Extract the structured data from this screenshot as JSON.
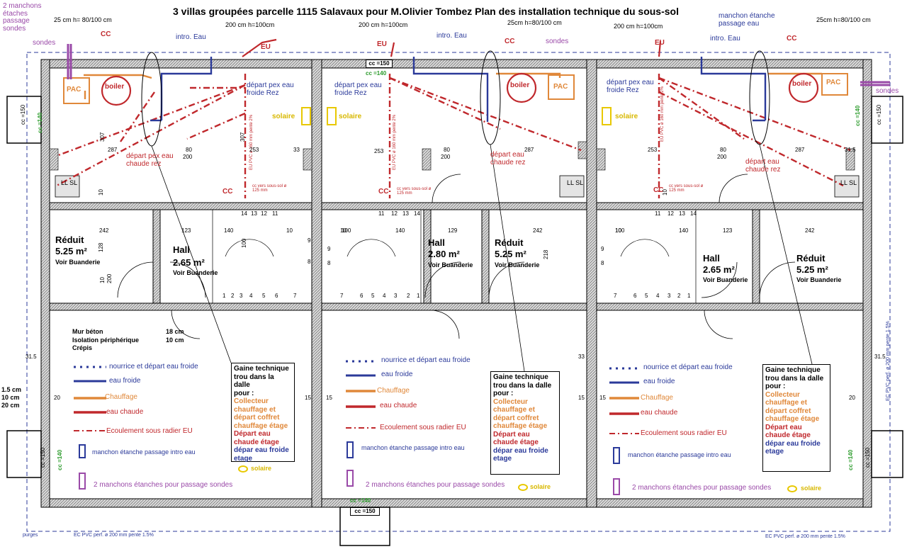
{
  "title": "3 villas groupées parcelle 1115 Salavaux pour M.Olivier Tombez  Plan des installation technique du sous-sol",
  "top_notes": {
    "manchons": "2 manchons étaches passage sondes",
    "sondes": "sondes",
    "dim_left": "25 cm  h= 80/100 cm",
    "dim_mid_right": "25cm h=80/100 cm",
    "dim_far_right": "25cm h=80/100 cm",
    "manchon_etanche": "manchon étanche passage eau",
    "dim_200_a": "200 cm  h=100cm",
    "dim_200_b": "200 cm  h=100cm",
    "dim_200_c": "200 cm  h=100cm",
    "intro_eau": "intro. Eau",
    "cc": "CC",
    "eu": "EU",
    "pac": "PAC",
    "boiler": "boiler",
    "solaire": "solaire",
    "depart_pex_froide": "départ pex eau froide Rez",
    "depart_pex_chaude": "départ pex eau chaude rez",
    "depart_eau_chaude": "départ eau chaude rez",
    "cc_vers": "cc vers sous-sol ø 125 mm",
    "eu_pvc": "EU PVC ø 160 mm pente 2%",
    "ll_sl": "LL SL",
    "sondes_right": "sondes"
  },
  "cc_labels": {
    "cc150_top": "cc =150",
    "cc140_top": "cc =140",
    "cc140_bot": "cc =140",
    "cc150_bot": "cc =150",
    "cc150_side": "cc =150",
    "cc140_side": "cc =140"
  },
  "dims": {
    "d287": "287",
    "d80": "80",
    "d200": "200",
    "d253": "253",
    "d33": "33",
    "d315": "31.5",
    "d242": "242",
    "d123": "123",
    "d140": "140",
    "d100": "100",
    "d129": "129",
    "d128": "128",
    "d10": "10",
    "d218": "218",
    "d20": "20",
    "d15": "15",
    "d307": "307"
  },
  "stairs": {
    "left": [
      "14",
      "13",
      "12",
      "11",
      "10",
      "9",
      "8",
      "7",
      "6",
      "5",
      "4",
      "3",
      "2",
      "1"
    ],
    "mid": [
      "1",
      "2",
      "3",
      "4",
      "5",
      "6",
      "7",
      "8",
      "9",
      "10",
      "11",
      "12",
      "13",
      "14"
    ],
    "right": [
      "14",
      "13",
      "12",
      "11",
      "10",
      "9",
      "8",
      "7",
      "6",
      "5",
      "4",
      "3",
      "2",
      "1"
    ]
  },
  "rooms": {
    "reduit": "Réduit",
    "reduit_area_a": "5.25 m²",
    "reduit_area_b": "5.25 m²",
    "reduit_area_c": "5.25 m²",
    "hall": "Hall",
    "hall_area_a": "2.65 m²",
    "hall_area_b": "2.80 m²",
    "hall_area_c": "2.65 m²",
    "voir": "Voir Buanderie"
  },
  "wall_notes": {
    "mur_beton": "Mur béton",
    "mur_beton_v": "18 cm",
    "isolation": "Isolation périphérique",
    "isolation_v": "10 cm",
    "crepis": "Crépis",
    "left_15": "1.5 cm",
    "left_10": "10 cm",
    "left_20": "20 cm"
  },
  "legend": {
    "nourrice": "nourrice et départ eau froide",
    "eau_froide": "eau froide",
    "chauffage": "Chauffage",
    "eau_chaude": "eau chaude",
    "ecoulement": "Ecoulement sous radier EU",
    "manchon_intro": "manchon étanche passage intro eau",
    "manchons_sondes": "2 manchons étanches pour passage sondes",
    "solaire": "solaire"
  },
  "gaine": {
    "l1": "Gaine technique",
    "l2": "trou dans la dalle",
    "l3": "pour :",
    "o1": "Collecteur",
    "o2": "chauffage et",
    "o3": "départ coffret",
    "o4": "chauffage étage",
    "r1": "Départ eau",
    "r2": "chaude étage",
    "b1": "dépar eau froide",
    "b2": "etage"
  },
  "bottom": {
    "ec_left": "EC PVC perf. ø 200 mm pente 1.5%",
    "ec_right": "EC PVC perf. ø 200 mm pente 1.5%",
    "ec_side": "EC PVC perf. ø 200 mm pente 1.5%",
    "purges": "purges"
  },
  "colors": {
    "blue": "#2b3a9a",
    "red": "#c0282c",
    "orange": "#e0883a",
    "violet": "#9a4aa8",
    "green": "#2a9a2a",
    "yellow": "#e8c800",
    "wall": "#9a9a9a"
  }
}
